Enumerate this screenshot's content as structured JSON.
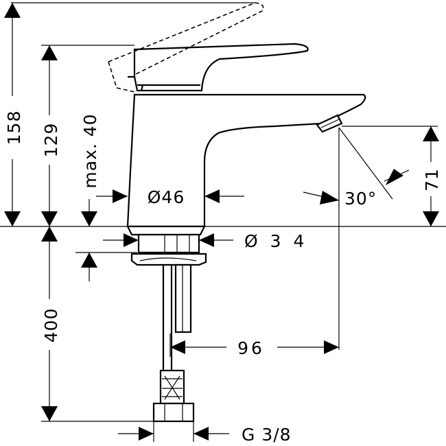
{
  "dimensions": {
    "total_height": "158",
    "spout_height": "129",
    "max_thickness": "max. 40",
    "body_diameter": "Ø46",
    "thread_diameter": "Ø 3 4",
    "spout_angle": "30°",
    "aerator_height": "71",
    "hose_length": "400",
    "projection": "96",
    "connection": "G 3/8"
  }
}
